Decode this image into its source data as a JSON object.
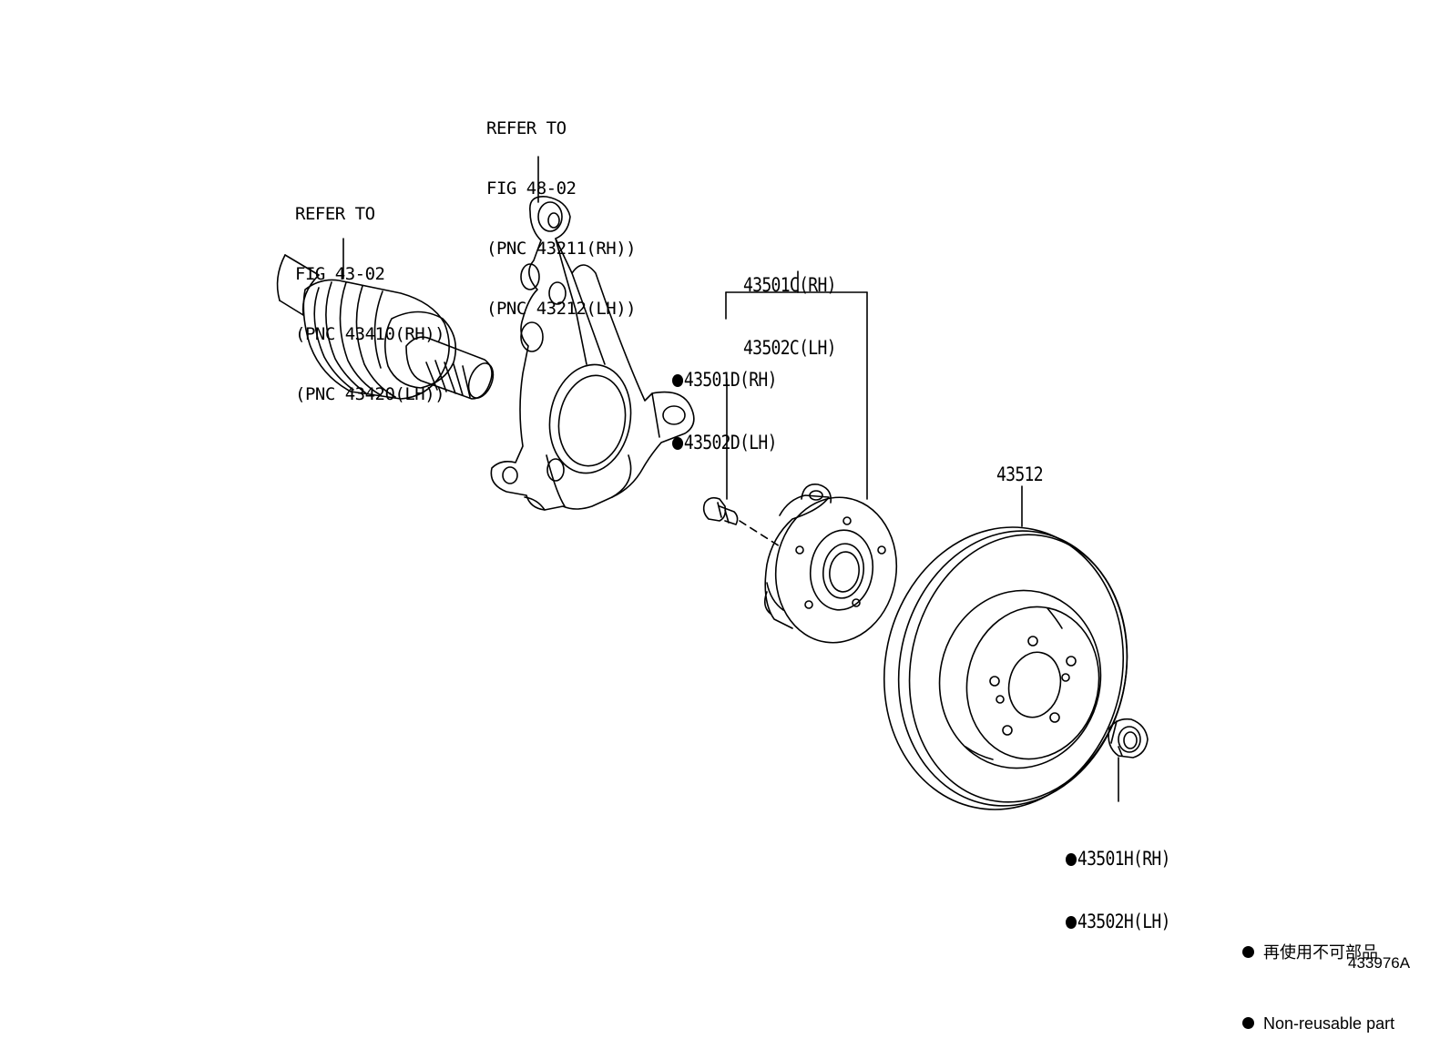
{
  "callouts": {
    "knuckle": {
      "line1": "REFER TO",
      "line2": "FIG 48-02",
      "line3": "(PNC 43211(RH))",
      "line4": "(PNC 43212(LH))"
    },
    "driveshaft": {
      "line1": "REFER TO",
      "line2": "FIG 43-02",
      "line3": "(PNC 43410(RH))",
      "line4": "(PNC 43420(LH))"
    }
  },
  "parts": {
    "hub": {
      "rh": "43501C(RH)",
      "lh": "43502C(LH)"
    },
    "bolt": {
      "rh": "43501D(RH)",
      "lh": "43502D(LH)"
    },
    "disc": {
      "label": "43512"
    },
    "nut": {
      "rh": "43501H(RH)",
      "lh": "43502H(LH)"
    }
  },
  "legend": {
    "japanese": "再使用不可部品",
    "english": "Non-reusable part"
  },
  "figure_id": "433976A"
}
